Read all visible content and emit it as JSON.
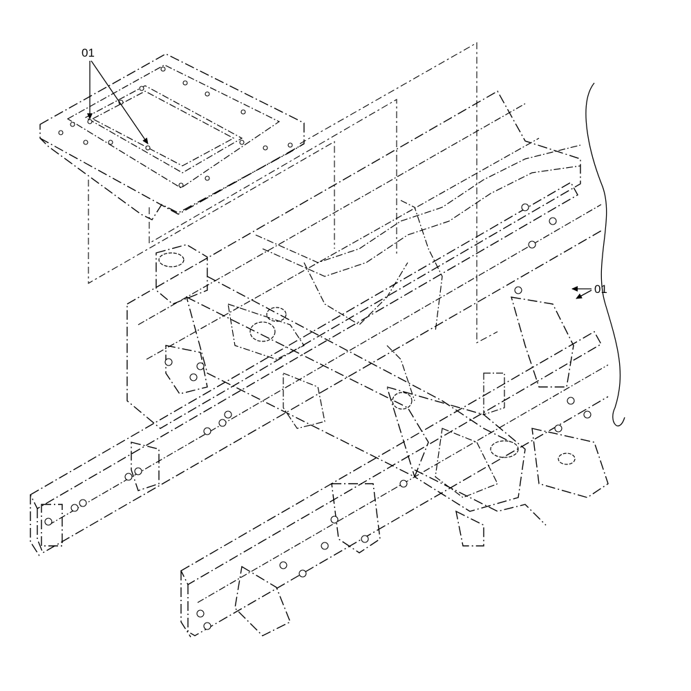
{
  "callouts": [
    {
      "id": "callout-top",
      "label": "01"
    },
    {
      "id": "callout-right",
      "label": "01"
    }
  ],
  "colors": {
    "line": "#000000",
    "background": "#ffffff"
  }
}
